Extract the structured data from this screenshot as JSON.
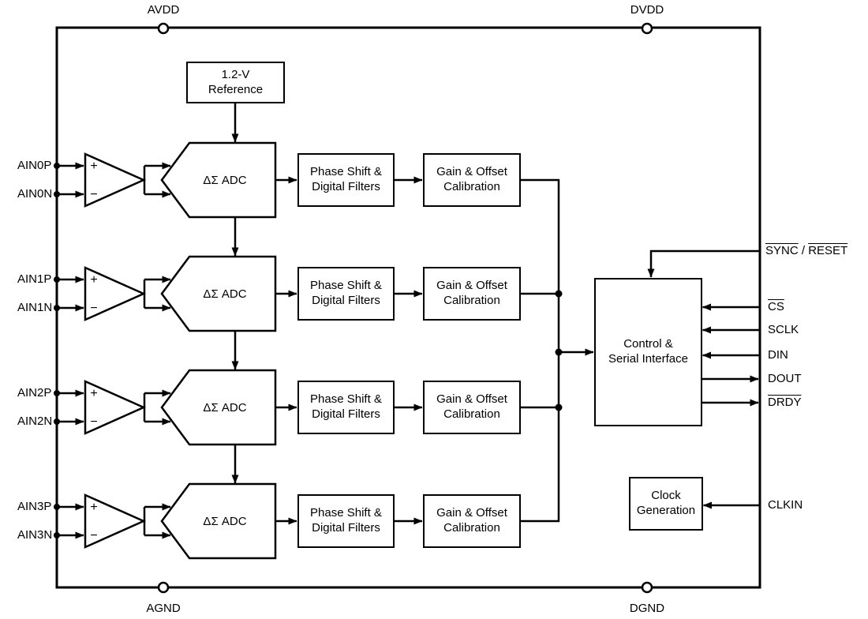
{
  "style": {
    "ink": "#000000",
    "background": "#ffffff"
  },
  "blocks": {
    "reference": "1.2-V\nReference",
    "adc": "ΔΣ ADC",
    "phase_filter": "Phase Shift &\nDigital Filters",
    "gain_cal": "Gain & Offset\nCalibration",
    "control": "Control &\nSerial Interface",
    "clock": "Clock\nGeneration"
  },
  "amp": {
    "plus": "+",
    "minus": "−"
  },
  "pins": {
    "top": {
      "avdd": "AVDD",
      "dvdd": "DVDD"
    },
    "bottom": {
      "agnd": "AGND",
      "dgnd": "DGND"
    },
    "analog_in": [
      {
        "p": "AIN0P",
        "n": "AIN0N"
      },
      {
        "p": "AIN1P",
        "n": "AIN1N"
      },
      {
        "p": "AIN2P",
        "n": "AIN2N"
      },
      {
        "p": "AIN3P",
        "n": "AIN3N"
      }
    ],
    "right": {
      "sync": "SYNC",
      "separator": " / ",
      "reset": "RESET",
      "cs": "CS",
      "sclk": "SCLK",
      "din": "DIN",
      "dout": "DOUT",
      "drdy": "DRDY",
      "clkin": "CLKIN"
    }
  }
}
